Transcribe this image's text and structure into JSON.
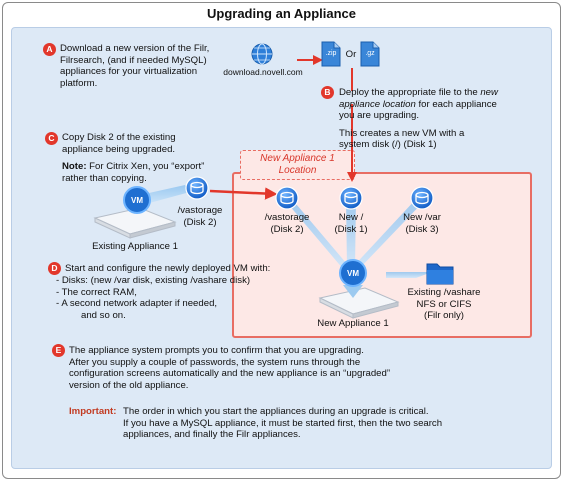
{
  "title": "Upgrading an Appliance",
  "new_location_label": [
    "New Appliance 1",
    "Location"
  ],
  "step_a": {
    "badge": "A",
    "lines": [
      "Download a new version of the Filr,",
      "Filrsearch, (and if needed MySQL)",
      "appliances for your virtualization",
      "platform."
    ]
  },
  "download_url": "download.novell.com",
  "file_icons": {
    "zip": ".zip",
    "or": "Or",
    "gz": ".gz"
  },
  "step_b": {
    "badge": "B",
    "line1": "Deploy the appropriate file to the ",
    "line1_italic": "new",
    "line2_italic": "appliance location",
    "line2": " for each appliance",
    "line3": "you are upgrading.",
    "line4": "This creates a new VM with a",
    "line5": "system disk (/) (Disk 1)"
  },
  "step_c": {
    "badge": "C",
    "lines": [
      "Copy Disk 2 of the existing",
      "appliance being upgraded."
    ],
    "note_label": "Note:",
    "note_text": " For Citrix Xen, you “export”",
    "note_text2": "rather than copying."
  },
  "existing_vm": {
    "vm_label": "VM",
    "name": "Existing Appliance 1",
    "disk_label": [
      "/vastorage",
      "(Disk 2)"
    ]
  },
  "new_disks": [
    {
      "label": [
        "/vastorage",
        "(Disk 2)"
      ]
    },
    {
      "label": [
        "New /",
        "(Disk 1)"
      ]
    },
    {
      "label": [
        "New /var",
        "(Disk 3)"
      ]
    }
  ],
  "new_vm": {
    "vm_label": "VM",
    "name": "New Appliance 1"
  },
  "vashare": {
    "label": [
      "Existing /vashare",
      "NFS or CIFS",
      "(Filr only)"
    ]
  },
  "step_d": {
    "badge": "D",
    "intro": "Start and configure the newly deployed VM with:",
    "items": [
      "-  Disks: (new /var disk, existing /vashare disk)",
      "-  The correct RAM,",
      "-  A second network adapter if needed,",
      "and so on."
    ]
  },
  "step_e": {
    "badge": "E",
    "lines": [
      "The appliance system prompts you to confirm that you are upgrading.",
      "After you supply a couple of passwords, the system runs through the",
      "configuration screens automatically and the new appliance is an “upgraded”",
      "version of the old appliance."
    ],
    "important_label": "Important:",
    "important_lines": [
      "The order in which you start the appliances during an upgrade is critical.",
      "If you have a MySQL appliance, it must be started first, then the two search",
      "appliances, and finally the Filr appliances."
    ]
  },
  "colors": {
    "accent_red": "#e2372b",
    "panel_blue": "#dde9f6",
    "vm_blue": "#1f6fd1"
  }
}
